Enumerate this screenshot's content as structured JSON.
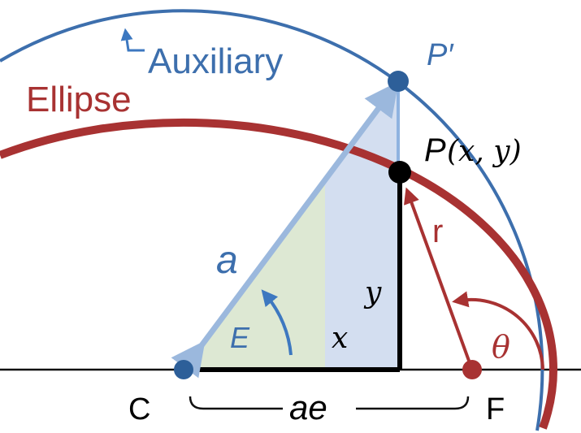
{
  "labels": {
    "auxiliary": "Auxiliary",
    "ellipse": "Ellipse",
    "p_prime": "P′",
    "p_point": "P",
    "p_coords": "(x, y)",
    "a": "a",
    "E": "E",
    "y": "y",
    "x": "x",
    "r": "r",
    "theta": "θ",
    "C": "C",
    "F": "F",
    "ae": "ae"
  },
  "colors": {
    "auxiliary": "#3d6fad",
    "ellipse": "#a83232",
    "a_line": "#9bb8dd",
    "green_fill": "#dde8d3",
    "blue_fill": "#d3def0"
  }
}
